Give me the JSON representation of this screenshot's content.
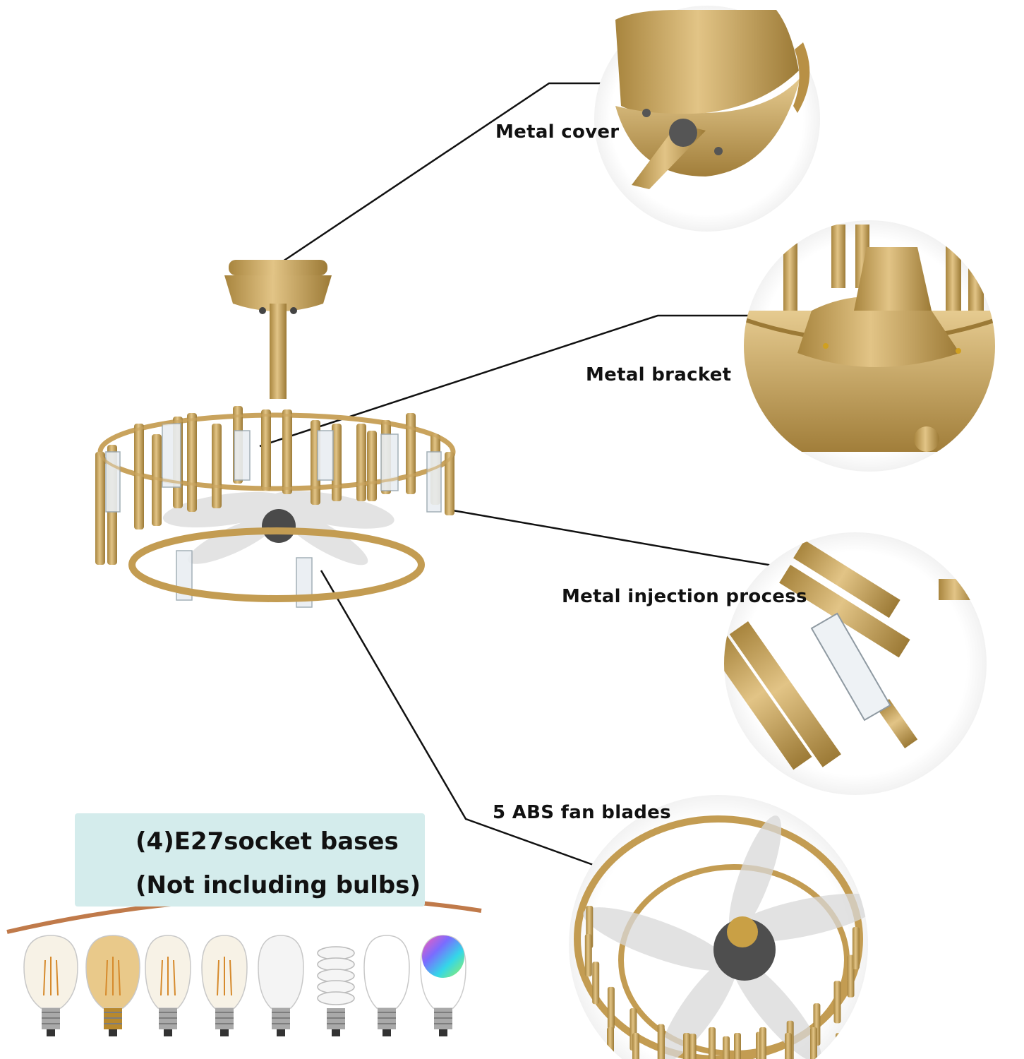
{
  "labels": {
    "metal_cover": "Metal cover",
    "metal_bracket": "Metal bracket",
    "metal_injection": "Metal injection process",
    "fan_blades": "5 ABS fan blades"
  },
  "bases_box": {
    "line1": "(4)E27socket bases",
    "line2": "(Not including bulbs)"
  },
  "colors": {
    "gold": "#c9a45e",
    "gold_dark": "#a8853e",
    "gold_light": "#e2c486",
    "box_bg": "#d4ecec"
  },
  "bulbs": [
    "st64-filament-bulb-icon",
    "edison-amber-bulb-icon",
    "a19-filament-bulb-icon",
    "a19-filament-bulb-icon",
    "clear-incandescent-bulb-icon",
    "spiral-cfl-bulb-icon",
    "led-bulb-icon",
    "rgb-led-bulb-icon"
  ]
}
